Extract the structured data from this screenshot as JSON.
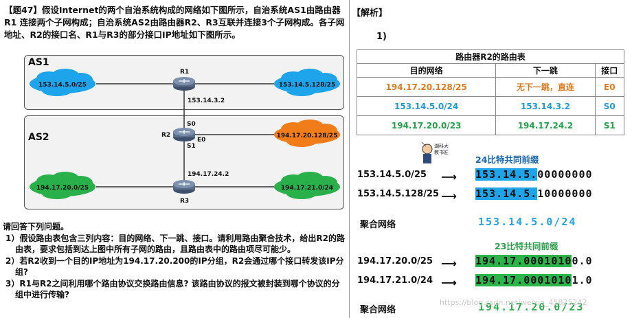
{
  "question": {
    "title": "【题47】",
    "intro": "假设Internet的两个自治系统构成的网络如下图所示，自治系统AS1由路由器R1 连接两个子网构成；自治系统AS2由路由器R2、R3互联并连接3个子网构成。各子网地址、R2的接口名、R1与R3的部分接口IP地址如下图所示。",
    "prompt": "请回答下列问题。",
    "items": [
      "1）假设路由表包含三列内容：目的网络、下一跳、接口。请利用路由聚合技术，给出R2的路由表，要求包括到达上图中所有子网的路由，且路由表中的路由项尽可能少。",
      "2）若R2收到一个目的IP地址为194.17.20.200的IP分组，R2会通过哪个接口转发该IP分组?",
      "3）R1与R2之间利用哪个路由协议交换路由信息? 该路由协议的报文被封装到哪个协议的分组中进行传输?"
    ]
  },
  "diagram": {
    "as1_label": "AS1",
    "as2_label": "AS2",
    "r1": "R1",
    "r2": "R2",
    "r3": "R3",
    "as1_net_left": "153.14.5.0/25",
    "as1_net_right": "153.14.5.128/25",
    "r1_link_ip": "153.14.3.2",
    "s0": "S0",
    "e0": "E0",
    "s1": "S1",
    "as2_net_orange": "194.17.20.128/25",
    "r3_link_ip": "194.17.24.2",
    "as2_net_left": "194.17.20.0/25",
    "as2_net_right": "194.17.21.0/24",
    "colors": {
      "blue": "#1ea4ea",
      "orange": "#f07d1a",
      "green": "#2ab04a",
      "router": "#5a6e8c"
    }
  },
  "solution": {
    "title": "【解析】",
    "num": "1)",
    "table_caption": "路由器R2的路由表",
    "headers": [
      "目的网络",
      "下一跳",
      "接口"
    ],
    "rows": [
      {
        "dest": "194.17.20.128/25",
        "next": "无下一跳，直连",
        "iface": "E0",
        "color": "#e07b20"
      },
      {
        "dest": "153.14.5.0/24",
        "next": "153.14.3.2",
        "iface": "S0",
        "color": "#1e9bd7"
      },
      {
        "dest": "194.17.20.0/23",
        "next": "194.17.24.2",
        "iface": "S1",
        "color": "#24a24a"
      }
    ],
    "mascot_text": "湖科大\n教书匠",
    "prefix24_title": "24比特共同前缀",
    "addr1": "153.14.5.0/25",
    "addr2": "153.14.5.128/25",
    "bin1_hl": "153.14.5.",
    "bin1_rest": "00000000",
    "bin2_hl": "153.14.5.",
    "bin2_rest": "10000000",
    "agg_label": "聚合网络",
    "agg1": "153.14.5.0/24",
    "prefix23_title": "23比特共同前缀",
    "addr3": "194.17.20.0/25",
    "addr4": "194.17.21.0/24",
    "bin3_hl": "194.17.0001010",
    "bin3_rest": "0.0",
    "bin4_hl": "194.17.0001010",
    "bin4_rest": "1.0",
    "agg2": "194.17.20.0/23",
    "watermark": "https://blog.csdn.net/weixin_45825242"
  }
}
